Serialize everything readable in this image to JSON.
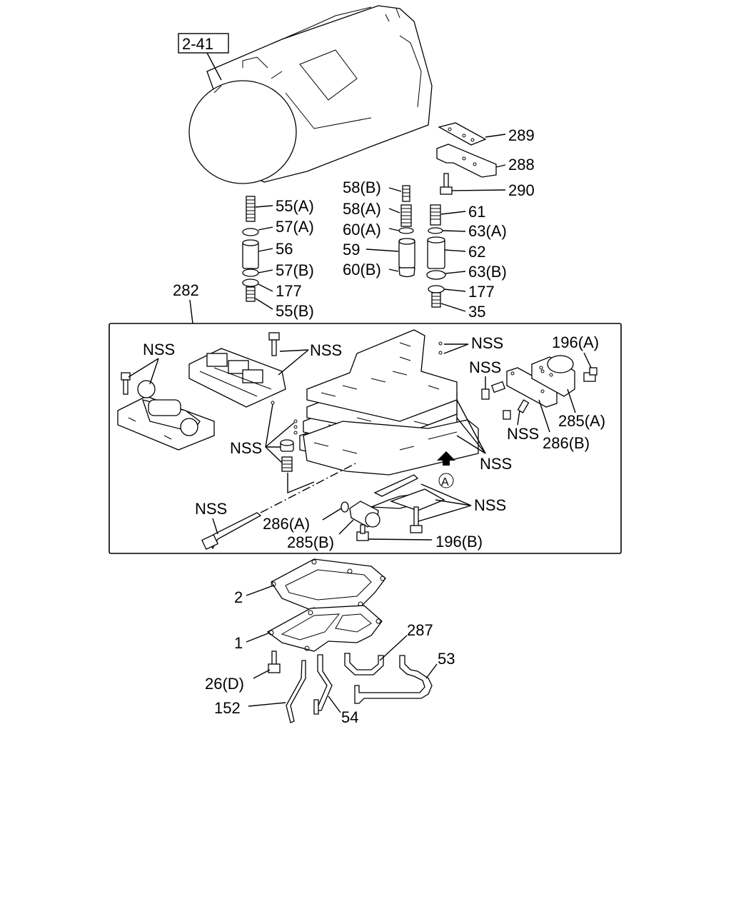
{
  "labels": {
    "ref_2_41": "2-41",
    "p289": "289",
    "p288": "288",
    "p290": "290",
    "p58b": "58(B)",
    "p58a": "58(A)",
    "p60a": "60(A)",
    "p59": "59",
    "p60b": "60(B)",
    "p55a": "55(A)",
    "p57a": "57(A)",
    "p56": "56",
    "p57b": "57(B)",
    "p177a": "177",
    "p55b": "55(B)",
    "p61": "61",
    "p63a": "63(A)",
    "p62": "62",
    "p63b": "63(B)",
    "p177b": "177",
    "p35": "35",
    "p282": "282",
    "nss1": "NSS",
    "nss2": "NSS",
    "nss3": "NSS",
    "nss4": "NSS",
    "nss5": "NSS",
    "nss6": "NSS",
    "nss7": "NSS",
    "nss8": "NSS",
    "nss9": "NSS",
    "p196a": "196(A)",
    "p285a": "285(A)",
    "p286b": "286(B)",
    "markerA": "A",
    "p286a": "286(A)",
    "p285b": "285(B)",
    "p196b": "196(B)",
    "p2": "2",
    "p1": "1",
    "p287": "287",
    "p53": "53",
    "p26d": "26(D)",
    "p152": "152",
    "p54": "54"
  }
}
